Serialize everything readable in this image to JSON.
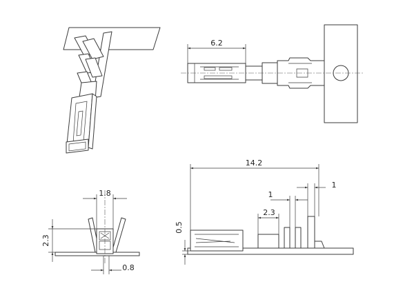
{
  "dimensions": {
    "top_length": "6.2",
    "overall_length": "14.2",
    "pitch_left": "1",
    "pitch_right": "1",
    "step": "2.3",
    "height_offset": "0.5",
    "front_width": "1.8",
    "front_height": "2.3",
    "front_thickness": "0.8"
  },
  "colors": {
    "line": "#3a3a3a",
    "background": "#ffffff"
  }
}
